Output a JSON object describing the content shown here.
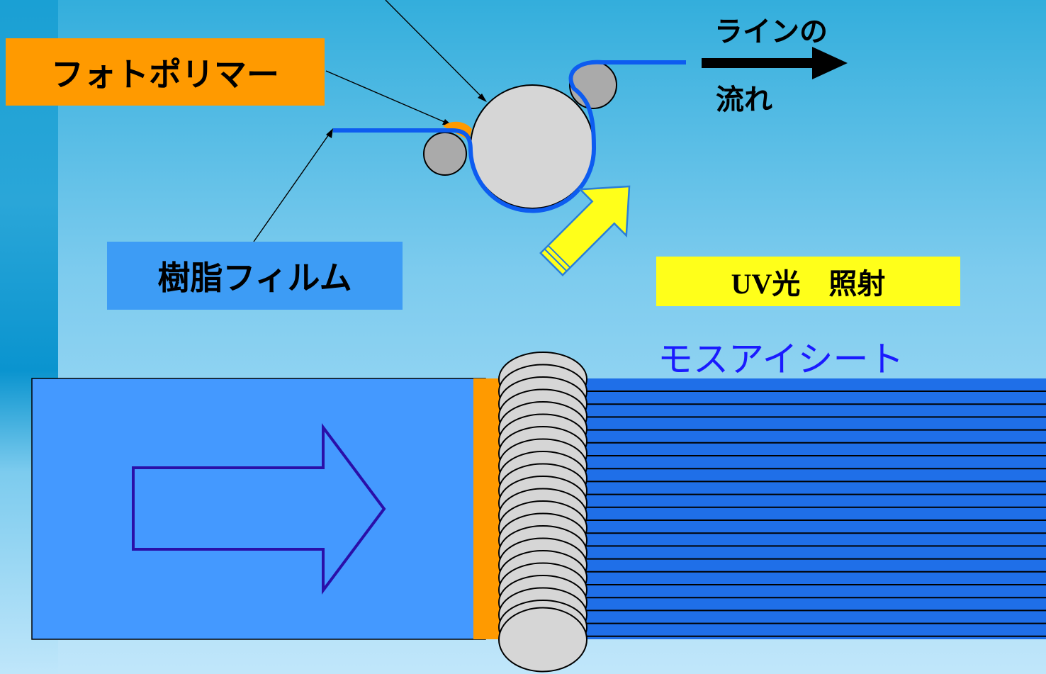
{
  "labels": {
    "photopolymer": "フォトポリマー",
    "resin_film": "樹脂フィルム",
    "uv": "UV光　照射",
    "line_flow_1": "ラインの",
    "line_flow_2": "流れ",
    "moth_eye": "モスアイシート"
  },
  "colors": {
    "background_top": "#33aedc",
    "background_bottom": "#c0e6fa",
    "photopolymer": "#ff9a00",
    "film": "#3d9cf5",
    "uv_box": "#ffff1a",
    "roller": "#c8c8c8",
    "film_line": "#0d5cf0",
    "moth_eye_text": "#1a1aff",
    "process_arrow": "#2a0fa8"
  },
  "icons": [
    "line-flow-arrow-icon",
    "uv-light-arrow-icon",
    "process-arrow-icon"
  ]
}
